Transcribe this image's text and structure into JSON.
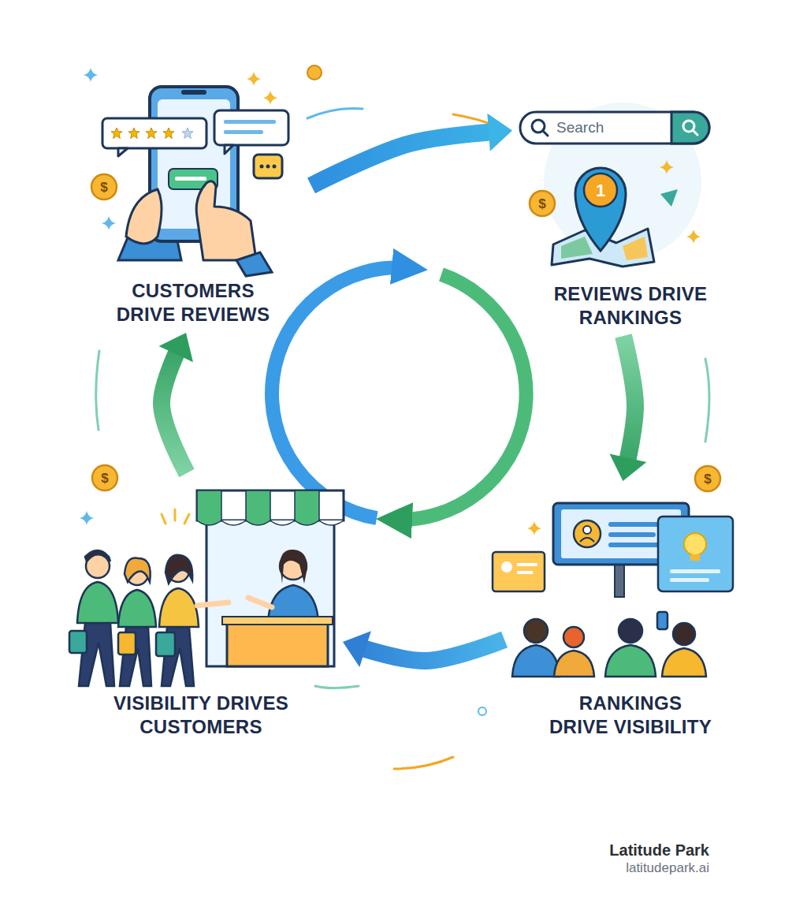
{
  "diagram": {
    "nodes": [
      {
        "text": [
          "CUSTOMERS DRIVE REVIEWS"
        ]
      },
      {
        "text": [
          "REVIEWS DRIVE RANKINGS"
        ]
      },
      {
        "text": [
          "VISIBILITY DRIVES CUSTOMERS"
        ]
      },
      {
        "text": [
          "RANKINGS DRIVE VISIBILITY"
        ]
      }
    ],
    "edges": [
      {
        "from": 0,
        "to": 1,
        "arrow": "to"
      },
      {
        "from": 1,
        "to": 3,
        "arrow": "to"
      },
      {
        "from": 3,
        "to": 2,
        "arrow": "to"
      },
      {
        "from": 2,
        "to": 0,
        "arrow": "to"
      }
    ],
    "labels": [
      "Search",
      "1",
      "$",
      "$",
      "$",
      "$",
      "Latitude Park",
      "latitudepark.ai"
    ]
  }
}
